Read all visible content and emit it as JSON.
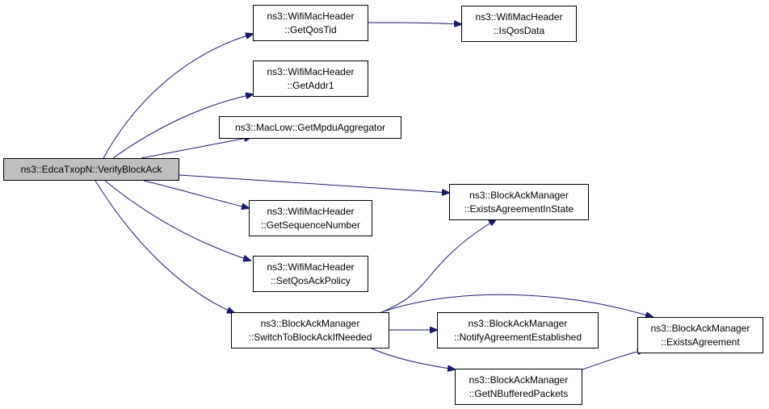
{
  "diagram": {
    "edge_color": "#191970",
    "root_fill": "#bfbfbf",
    "nodes": {
      "verify_block_ack": {
        "lines": [
          "ns3::EdcaTxopN::VerifyBlockAck"
        ]
      },
      "get_qos_tid": {
        "lines": [
          "ns3::WifiMacHeader",
          "::GetQosTid"
        ]
      },
      "is_qos_data": {
        "lines": [
          "ns3::WifiMacHeader",
          "::IsQosData"
        ]
      },
      "get_addr1": {
        "lines": [
          "ns3::WifiMacHeader",
          "::GetAddr1"
        ]
      },
      "get_mpdu_aggregator": {
        "lines": [
          "ns3::MacLow::GetMpduAggregator"
        ]
      },
      "exists_agreement_in_state": {
        "lines": [
          "ns3::BlockAckManager",
          "::ExistsAgreementInState"
        ]
      },
      "get_sequence_number": {
        "lines": [
          "ns3::WifiMacHeader",
          "::GetSequenceNumber"
        ]
      },
      "set_qos_ack_policy": {
        "lines": [
          "ns3::WifiMacHeader",
          "::SetQosAckPolicy"
        ]
      },
      "switch_to_block_ack": {
        "lines": [
          "ns3::BlockAckManager",
          "::SwitchToBlockAckIfNeeded"
        ]
      },
      "notify_agreement_established": {
        "lines": [
          "ns3::BlockAckManager",
          "::NotifyAgreementEstablished"
        ]
      },
      "exists_agreement": {
        "lines": [
          "ns3::BlockAckManager",
          "::ExistsAgreement"
        ]
      },
      "get_n_buffered_packets": {
        "lines": [
          "ns3::BlockAckManager",
          "::GetNBufferedPackets"
        ]
      }
    },
    "edges": [
      {
        "from": "verify_block_ack",
        "to": "get_qos_tid"
      },
      {
        "from": "get_qos_tid",
        "to": "is_qos_data"
      },
      {
        "from": "verify_block_ack",
        "to": "get_addr1"
      },
      {
        "from": "verify_block_ack",
        "to": "get_mpdu_aggregator"
      },
      {
        "from": "verify_block_ack",
        "to": "exists_agreement_in_state"
      },
      {
        "from": "verify_block_ack",
        "to": "get_sequence_number"
      },
      {
        "from": "verify_block_ack",
        "to": "set_qos_ack_policy"
      },
      {
        "from": "verify_block_ack",
        "to": "switch_to_block_ack"
      },
      {
        "from": "switch_to_block_ack",
        "to": "exists_agreement_in_state"
      },
      {
        "from": "switch_to_block_ack",
        "to": "exists_agreement"
      },
      {
        "from": "switch_to_block_ack",
        "to": "notify_agreement_established"
      },
      {
        "from": "switch_to_block_ack",
        "to": "get_n_buffered_packets"
      },
      {
        "from": "get_n_buffered_packets",
        "to": "exists_agreement"
      }
    ]
  }
}
